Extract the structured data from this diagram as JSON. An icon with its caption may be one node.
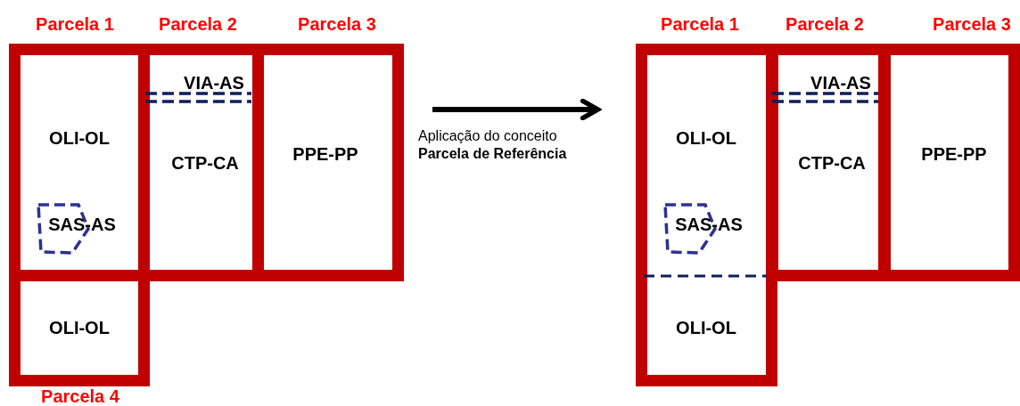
{
  "diagram": {
    "nodes": [
      {
        "text": [
          "Parcela 1",
          "OLI-OL"
        ]
      },
      {
        "text": [
          "SAS-AS"
        ],
        "in": 0
      },
      {
        "text": [
          "Parcela 2",
          "CTP-CA"
        ]
      },
      {
        "text": [
          "VIA-AS"
        ],
        "in": 2
      },
      {
        "text": [
          "Parcela 3",
          "PPE-PP"
        ]
      },
      {
        "text": [
          "OLI-OL",
          "Parcela 4"
        ]
      },
      {
        "text": [
          "Parcela 1",
          "OLI-OL",
          "OLI-OL"
        ]
      },
      {
        "text": [
          "SAS-AS"
        ],
        "in": 6
      },
      {
        "text": [
          "Parcela 2",
          "CTP-CA"
        ]
      },
      {
        "text": [
          "VIA-AS"
        ],
        "in": 8
      },
      {
        "text": [
          "Parcela 3",
          "PPE-PP"
        ]
      }
    ],
    "edges": [
      {
        "from": 4,
        "to": 6,
        "arrow": "to",
        "label": "Aplicação do conceito **Parcela de Referência**"
      }
    ]
  }
}
